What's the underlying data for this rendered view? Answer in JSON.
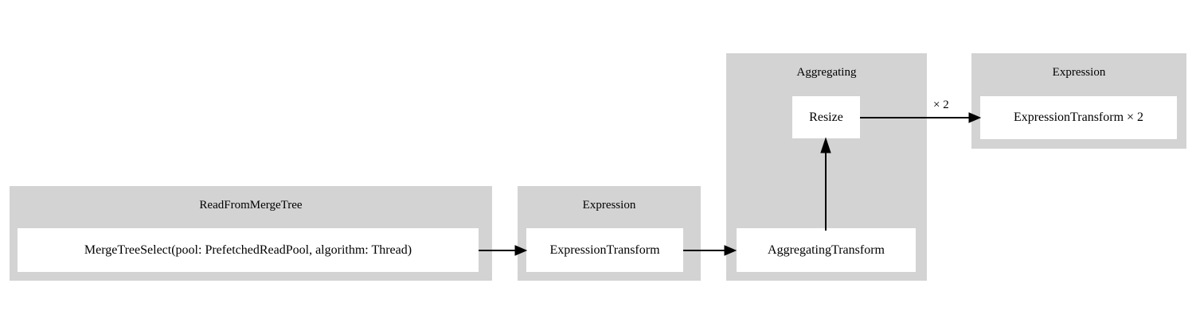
{
  "diagram": {
    "type": "pipeline-graph",
    "background_color": "#ffffff",
    "cluster_fill_color": "#d3d3d3",
    "node_fill_color": "#ffffff",
    "edge_color": "#000000",
    "clusters": [
      {
        "id": "cluster-read-from-merge-tree",
        "title": "ReadFromMergeTree",
        "nodes": [
          {
            "id": "node-merge-tree-select",
            "label": "MergeTreeSelect(pool: PrefetchedReadPool, algorithm: Thread)"
          }
        ]
      },
      {
        "id": "cluster-expression-1",
        "title": "Expression",
        "nodes": [
          {
            "id": "node-expression-transform",
            "label": "ExpressionTransform"
          }
        ]
      },
      {
        "id": "cluster-aggregating",
        "title": "Aggregating",
        "nodes": [
          {
            "id": "node-resize",
            "label": "Resize"
          },
          {
            "id": "node-aggregating-transform",
            "label": "AggregatingTransform"
          }
        ]
      },
      {
        "id": "cluster-expression-2",
        "title": "Expression",
        "nodes": [
          {
            "id": "node-expression-transform-x2",
            "label": "ExpressionTransform × 2"
          }
        ]
      }
    ],
    "edges": [
      {
        "id": "edge-merge-tree-select-to-expression-transform",
        "from": "node-merge-tree-select",
        "to": "node-expression-transform",
        "label": ""
      },
      {
        "id": "edge-expression-transform-to-aggregating-transform",
        "from": "node-expression-transform",
        "to": "node-aggregating-transform",
        "label": ""
      },
      {
        "id": "edge-aggregating-transform-to-resize",
        "from": "node-aggregating-transform",
        "to": "node-resize",
        "label": ""
      },
      {
        "id": "edge-resize-to-expression-transform-x2",
        "from": "node-resize",
        "to": "node-expression-transform-x2",
        "label": "× 2"
      }
    ]
  }
}
